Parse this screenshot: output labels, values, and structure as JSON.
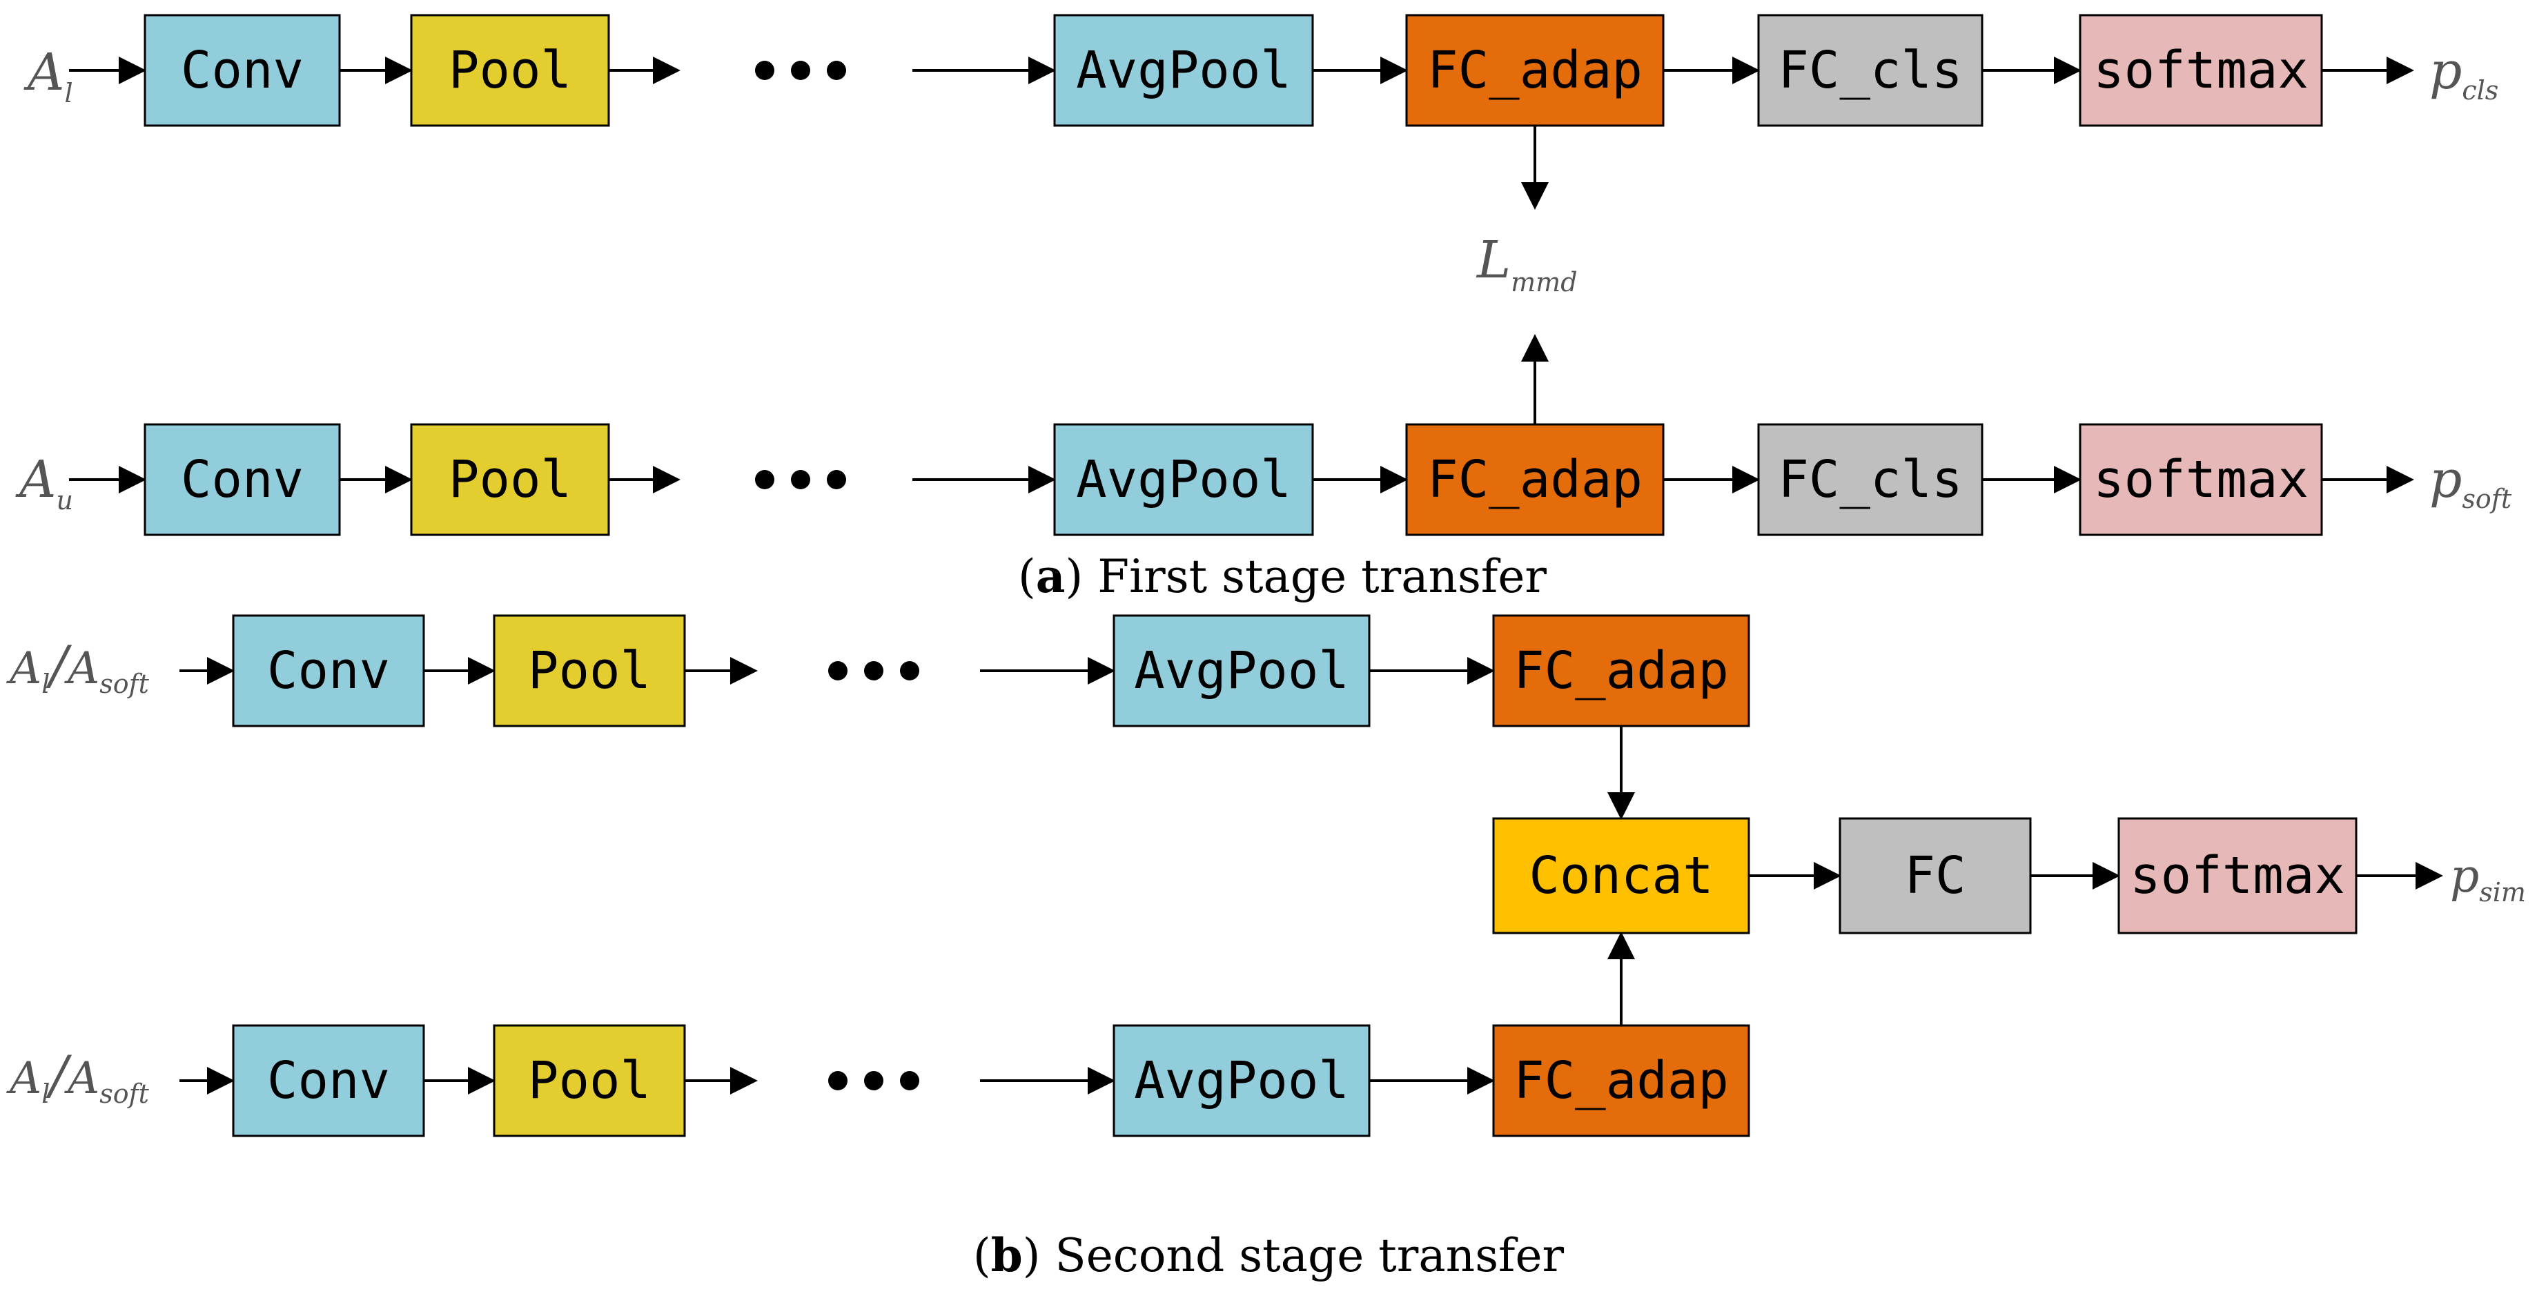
{
  "colors": {
    "conv": "#92CDDC",
    "pool": "#E4CE2F",
    "avgpool": "#92CDDC",
    "fc_adap": "#E46C0A",
    "fc_cls": "#BFBFBF",
    "softmax": "#E6B8B7",
    "concat": "#FFC000",
    "fc": "#BFBFBF"
  },
  "labels": {
    "conv": "Conv",
    "pool": "Pool",
    "avgpool": "AvgPool",
    "fc_adap": "FC_adap",
    "fc_cls": "FC_cls",
    "softmax": "softmax",
    "concat": "Concat",
    "fc": "FC"
  },
  "math": {
    "A": "A",
    "l": "l",
    "u": "u",
    "slash": "/",
    "soft": "soft",
    "L": "L",
    "mmd": "mmd",
    "p": "p",
    "cls": "cls",
    "sim": "sim"
  },
  "captions": {
    "a_label": "a",
    "a_text": " First stage transfer",
    "b_label": "b",
    "b_text": " Second stage transfer",
    "open": "(",
    "close": ")"
  }
}
